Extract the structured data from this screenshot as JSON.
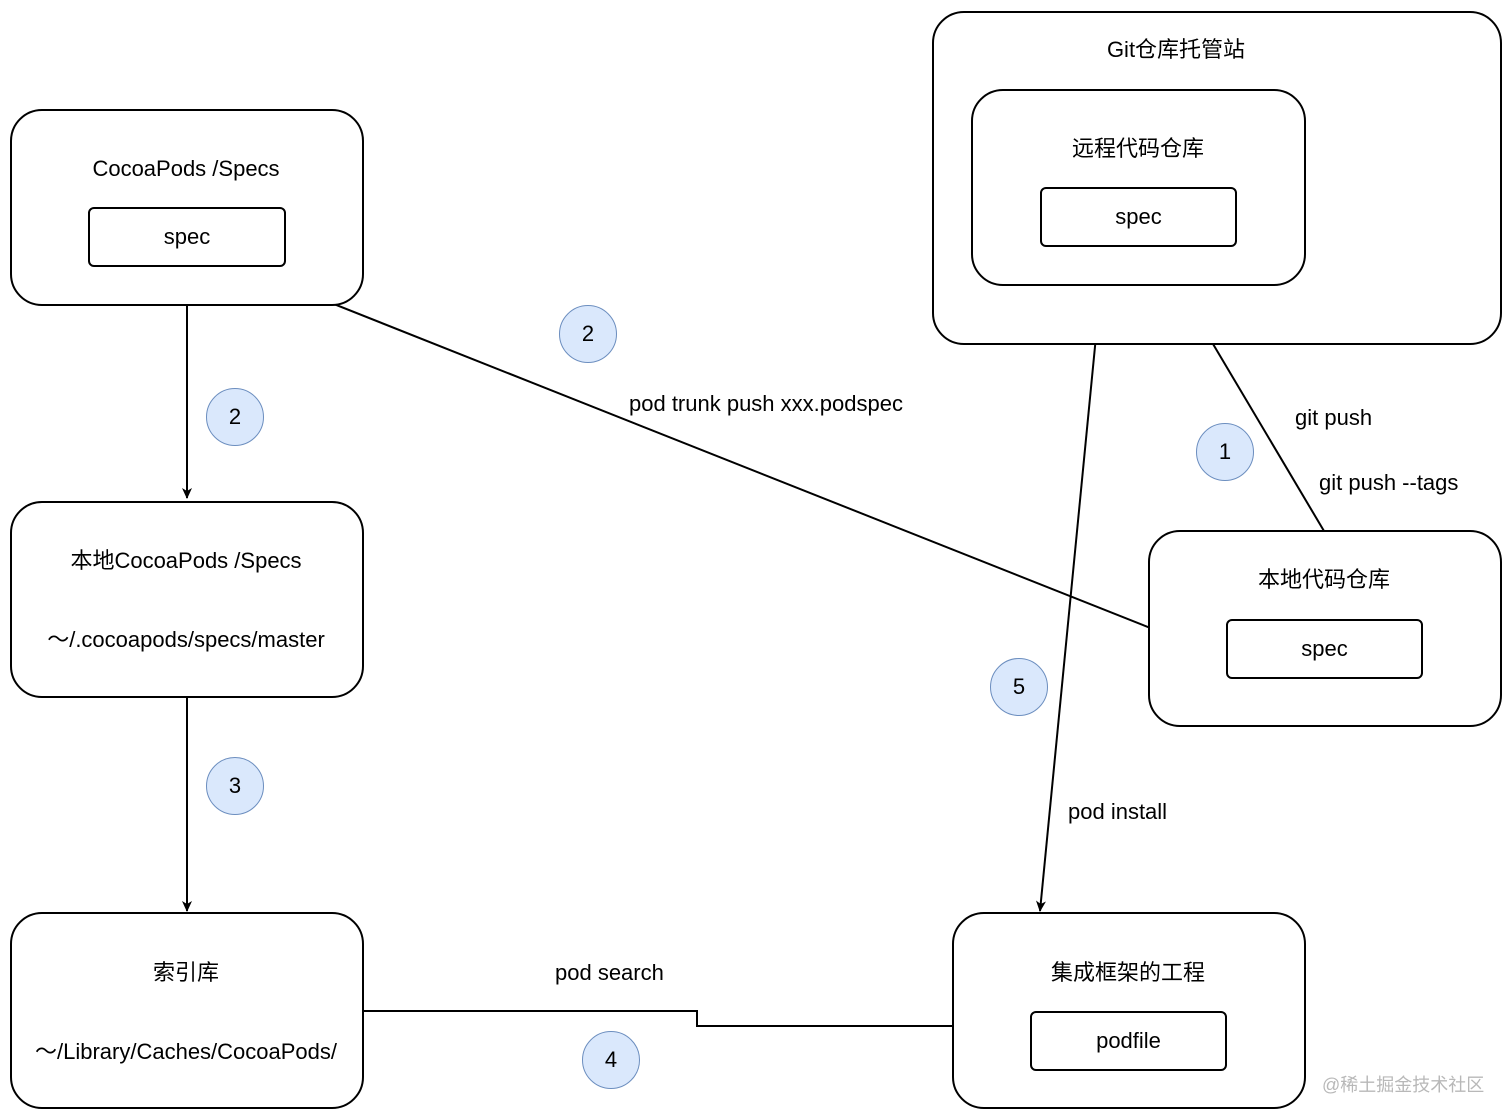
{
  "boxes": {
    "git_host": {
      "title": "Git仓库托管站"
    },
    "remote_repo": {
      "title": "远程代码仓库",
      "spec": "spec"
    },
    "cocoapods_specs": {
      "title": "CocoaPods /Specs",
      "spec": "spec"
    },
    "local_specs": {
      "title": "本地CocoaPods /Specs",
      "path": "～/.cocoapods/specs/master"
    },
    "index_repo": {
      "title": "索引库",
      "path": "～/Library/Caches/CocoaPods/"
    },
    "project": {
      "title": "集成框架的工程",
      "podfile": "podfile"
    },
    "local_repo": {
      "title": "本地代码仓库",
      "spec": "spec"
    }
  },
  "labels": {
    "trunk_push": "pod trunk push xxx.podspec",
    "git_push": "git push",
    "git_push_tags": "git push --tags",
    "pod_install": "pod install",
    "pod_search": "pod search"
  },
  "steps": {
    "step_trunk": "2",
    "step_sync": "2",
    "step_index": "3",
    "step_search": "4",
    "step_install": "5",
    "step_git": "1"
  },
  "watermark": "@稀土掘金技术社区",
  "colors": {
    "badge_fill": "#dae8fc",
    "badge_stroke": "#6c8ebf",
    "line": "#000000"
  }
}
